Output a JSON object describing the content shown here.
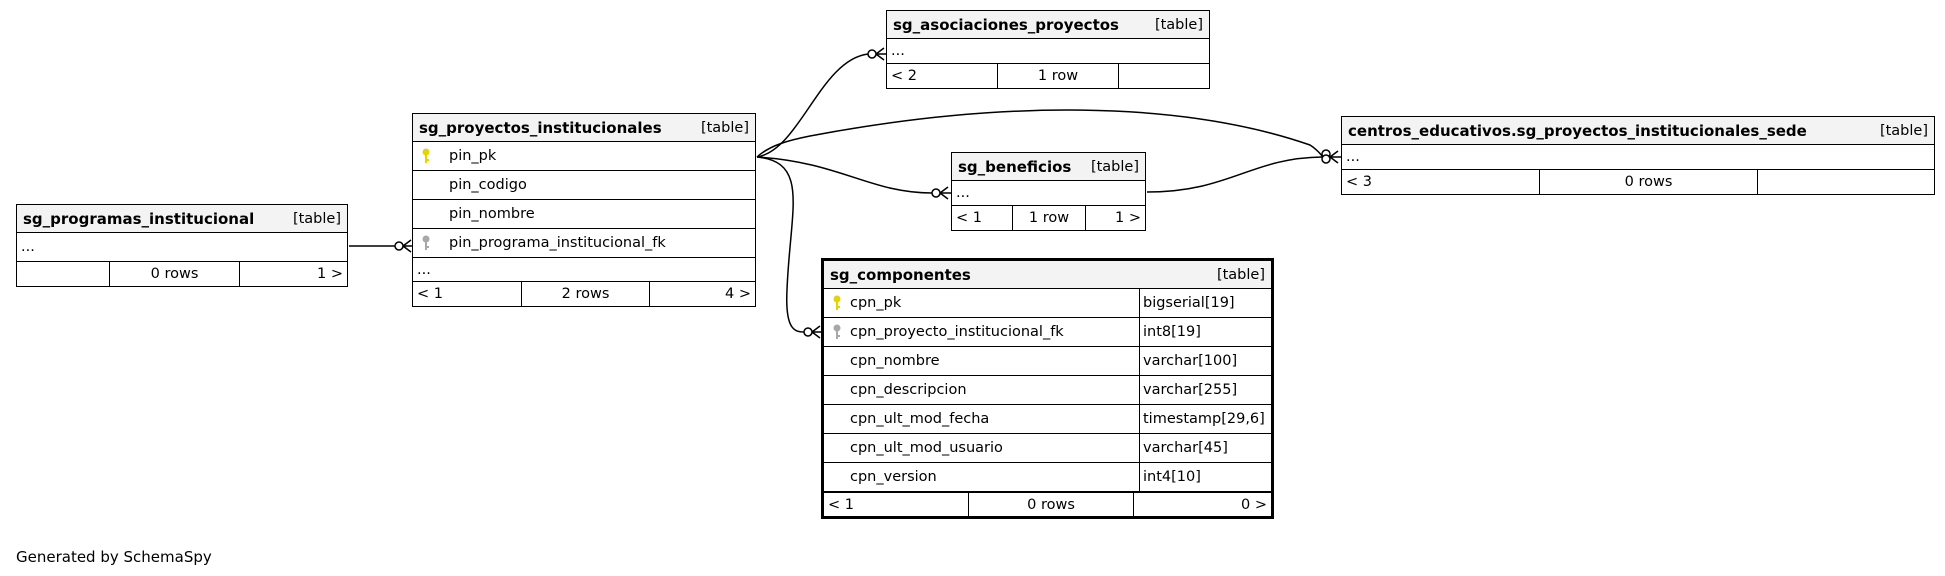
{
  "generator": "Generated by SchemaSpy",
  "colors": {
    "primary_key": "#e6d400",
    "foreign_key": "#a8a8a8",
    "header_bg": "#f3f3f3"
  },
  "tables": {
    "programas": {
      "name": "sg_programas_institucional",
      "type": "[table]",
      "rows": [
        "..."
      ],
      "footer": [
        "",
        "0 rows",
        "1 >"
      ]
    },
    "proyectos": {
      "name": "sg_proyectos_institucionales",
      "type": "[table]",
      "columns": [
        {
          "name": "pin_pk",
          "key": "primary-key-icon"
        },
        {
          "name": "pin_codigo",
          "key": ""
        },
        {
          "name": "pin_nombre",
          "key": ""
        },
        {
          "name": "pin_programa_institucional_fk",
          "key": "foreign-key-icon"
        }
      ],
      "more": "...",
      "footer": [
        "< 1",
        "2 rows",
        "4 >"
      ]
    },
    "asociaciones": {
      "name": "sg_asociaciones_proyectos",
      "type": "[table]",
      "rows": [
        "..."
      ],
      "footer": [
        "< 2",
        "1 row",
        ""
      ]
    },
    "beneficios": {
      "name": "sg_beneficios",
      "type": "[table]",
      "rows": [
        "..."
      ],
      "footer": [
        "< 1",
        "1 row",
        "1 >"
      ]
    },
    "sede": {
      "name": "centros_educativos.sg_proyectos_institucionales_sede",
      "type": "[table]",
      "rows": [
        "..."
      ],
      "footer": [
        "< 3",
        "0 rows",
        ""
      ]
    },
    "componentes": {
      "name": "sg_componentes",
      "type": "[table]",
      "columns": [
        {
          "name": "cpn_pk",
          "type": "bigserial[19]",
          "key": "primary-key-icon"
        },
        {
          "name": "cpn_proyecto_institucional_fk",
          "type": "int8[19]",
          "key": "foreign-key-icon"
        },
        {
          "name": "cpn_nombre",
          "type": "varchar[100]",
          "key": ""
        },
        {
          "name": "cpn_descripcion",
          "type": "varchar[255]",
          "key": ""
        },
        {
          "name": "cpn_ult_mod_fecha",
          "type": "timestamp[29,6]",
          "key": ""
        },
        {
          "name": "cpn_ult_mod_usuario",
          "type": "varchar[45]",
          "key": ""
        },
        {
          "name": "cpn_version",
          "type": "int4[10]",
          "key": ""
        }
      ],
      "footer": [
        "< 1",
        "0 rows",
        "0 >"
      ]
    }
  }
}
